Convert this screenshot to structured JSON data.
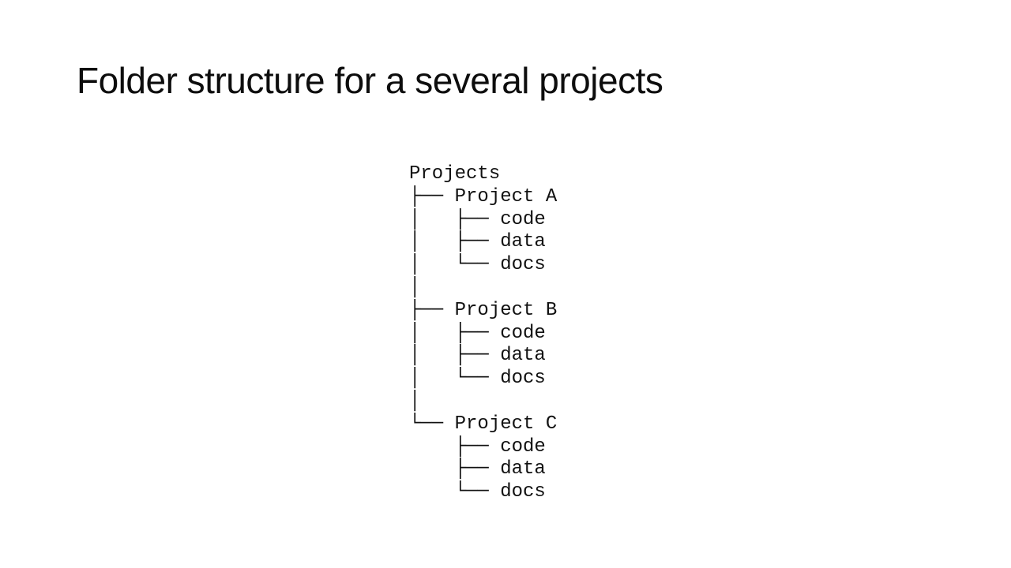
{
  "slide": {
    "title": "Folder structure for a several projects",
    "background_color": "#ffffff",
    "text_color": "#0d0d0d"
  },
  "tree": {
    "root": "Projects",
    "projects": [
      {
        "name": "Project A",
        "children": [
          "code",
          "data",
          "docs"
        ]
      },
      {
        "name": "Project B",
        "children": [
          "code",
          "data",
          "docs"
        ]
      },
      {
        "name": "Project C",
        "children": [
          "code",
          "data",
          "docs"
        ]
      }
    ],
    "ascii_lines": [
      "Projects",
      "├── Project A",
      "│   ├── code",
      "│   ├── data",
      "│   └── docs",
      "│",
      "├── Project B",
      "│   ├── code",
      "│   ├── data",
      "│   └── docs",
      "│",
      "└── Project C",
      "    ├── code",
      "    ├── data",
      "    └── docs"
    ]
  }
}
